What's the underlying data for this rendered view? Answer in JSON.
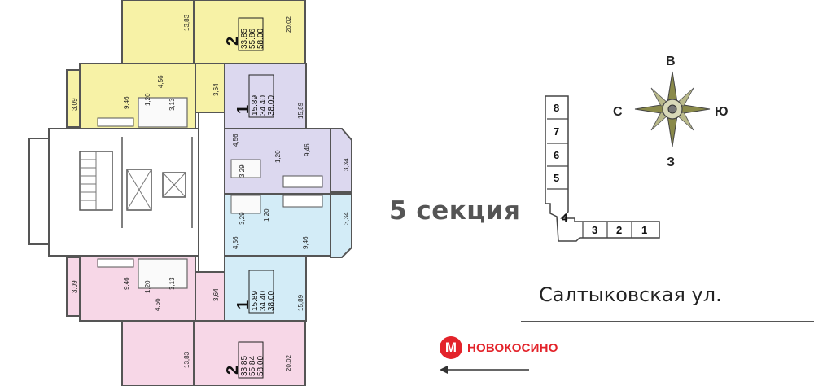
{
  "section_title": "5 секция",
  "street": "Салтыковская ул.",
  "metro": {
    "icon_letter": "М",
    "name": "НОВОКОСИНО",
    "color": "#e3232a"
  },
  "compass": {
    "north": "В",
    "west": "С",
    "east": "Ю",
    "south": "З"
  },
  "section_numbers": [
    "8",
    "7",
    "6",
    "5",
    "4",
    "3",
    "2",
    "1"
  ],
  "apartments": [
    {
      "id": "top-2room",
      "rooms": "2",
      "areas": [
        "33.85",
        "55.86",
        "58.00"
      ],
      "color": "#f7f2a6"
    },
    {
      "id": "upper-1room",
      "rooms": "1",
      "areas": [
        "15.89",
        "34.40",
        "38.00"
      ],
      "color": "#dcd8ef"
    },
    {
      "id": "lower-1room",
      "rooms": "1",
      "areas": [
        "15.89",
        "34.40",
        "38.00"
      ],
      "color": "#d3ecf7"
    },
    {
      "id": "bottom-2room",
      "rooms": "2",
      "areas": [
        "33.85",
        "55.84",
        "58.00"
      ],
      "color": "#f7d7e7"
    }
  ],
  "dimensions": {
    "top_room_right": "13,83",
    "top_room_far": "20,02",
    "yellow_kitchen": "9,46",
    "yellow_hall": "4,56",
    "yellow_bath": "1,20",
    "yellow_wc": "3,13",
    "yellow_corridor": "3,64",
    "yellow_balcony": "3,09",
    "violet_room": "15,89",
    "violet_hall": "4,56",
    "violet_wc": "1,20",
    "violet_bath": "3,29",
    "violet_kitchen": "9,46",
    "violet_balcony": "3,34",
    "blue_bath": "3,29",
    "blue_wc": "1,20",
    "blue_hall": "4,56",
    "blue_kitchen": "9,46",
    "blue_balcony": "3,34",
    "blue_room": "15,89",
    "pink_kitchen": "9,46",
    "pink_bath": "1,20",
    "pink_wc": "3,13",
    "pink_hall": "4,56",
    "pink_corridor": "3,64",
    "pink_balcony": "3,09",
    "bottom_room_left": "13,83",
    "bottom_room_right": "20,02"
  }
}
